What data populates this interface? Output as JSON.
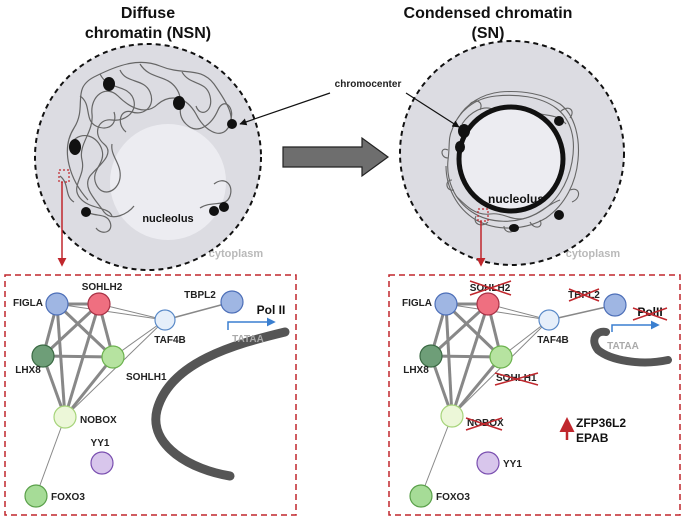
{
  "titles": {
    "left": [
      "Diffuse",
      "chromatin (NSN)"
    ],
    "right": [
      "Condensed chromatin",
      "(SN)"
    ]
  },
  "cell": {
    "nucleolus_label": "nucleolus",
    "cytoplasm_label": "cytoplasm",
    "chromocenter_label": "chromocenter"
  },
  "network_left": {
    "nodes": [
      "FIGLA",
      "SOHLH2",
      "TBPL2",
      "TAF4B",
      "LHX8",
      "SOHLH1",
      "NOBOX",
      "YY1",
      "FOXO3"
    ],
    "pol_label": "Pol II",
    "tataa_label": "TATAA"
  },
  "network_right": {
    "nodes": [
      "FIGLA",
      "SOHLH2",
      "TBPL2",
      "TAF4B",
      "LHX8",
      "SOHLH1",
      "NOBOX",
      "YY1",
      "FOXO3"
    ],
    "pol_label": "PolII",
    "tataa_label": "TATAA",
    "regulators": [
      "ZFP36L2",
      "EPAB"
    ]
  },
  "colors": {
    "blue_node": "#9fb6e3",
    "red_node": "#ef6f80",
    "dark_green_node": "#6e9e78",
    "light_green_node": "#b6e3a0",
    "pale_green_node": "#ecf7d8",
    "purple_node": "#d8c6ec",
    "foxo3_node": "#a6dc97",
    "taf4b_node": "#e6effa",
    "box_border": "#c0272d",
    "cross_red": "#c0272d",
    "arrow_blue": "#3a7fd0"
  }
}
